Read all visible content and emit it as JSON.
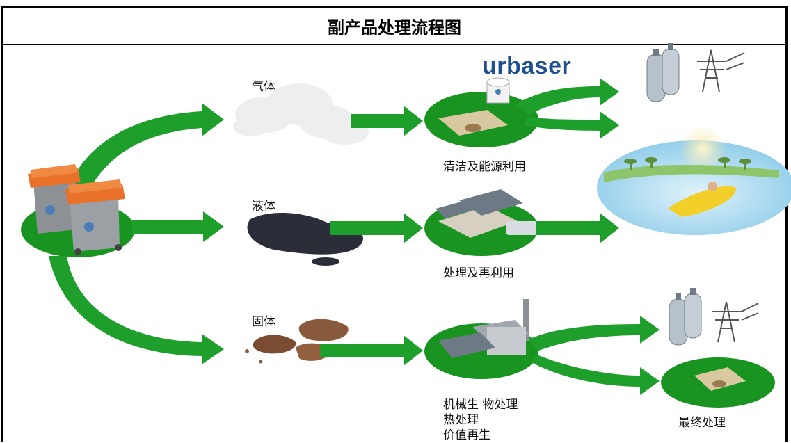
{
  "title": "副产品处理流程图",
  "brand": "urbaser",
  "colors": {
    "arrow_green": "#1e9e2a",
    "platform_green": "#1a9421",
    "bin_orange": "#e9712a",
    "bin_grey": "#8d9196",
    "brand_blue": "#1d4f91",
    "water_blue": "#9fd3ee",
    "liquid_dark": "#2b2d38",
    "rock_brown": "#8a5a3c"
  },
  "streams": {
    "gas": "气体",
    "liquid": "液体",
    "solid": "固体"
  },
  "processes": {
    "gas": "清洁及能源利用",
    "liquid": "处理及再利用",
    "solid": [
      "机械生 物处理",
      "热处理",
      "价值再生"
    ]
  },
  "outputs": {
    "final": "最终处理"
  },
  "icons": [
    "waste-bins-icon",
    "cloud-icon",
    "liquid-puddle-icon",
    "rocks-icon",
    "gas-tank-icon",
    "power-tower-icon",
    "lake-recreation-icon",
    "landfill-icon",
    "factory-icon"
  ]
}
